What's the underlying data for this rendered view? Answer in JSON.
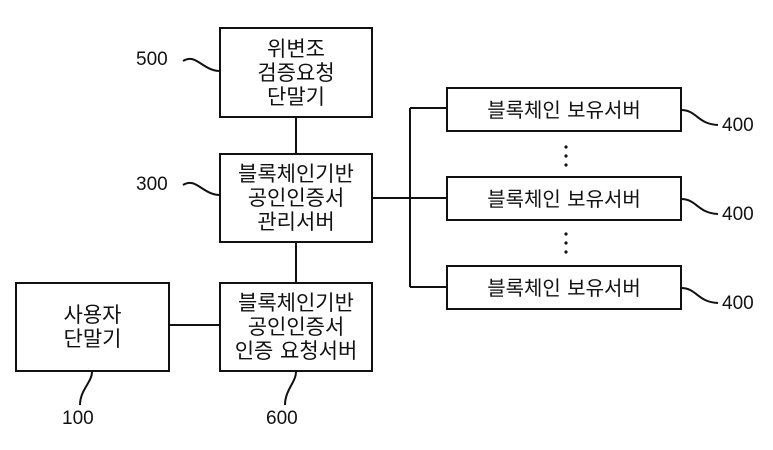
{
  "boxes": {
    "box500": {
      "lines": [
        "위변조",
        "검증요청",
        "단말기"
      ]
    },
    "box300": {
      "lines": [
        "블록체인기반",
        "공인인증서",
        "관리서버"
      ]
    },
    "box600": {
      "lines": [
        "블록체인기반",
        "공인인증서",
        "인증 요청서버"
      ]
    },
    "box100": {
      "lines": [
        "사용자",
        "단말기"
      ]
    },
    "box400a": {
      "lines": [
        "블록체인 보유서버"
      ]
    },
    "box400b": {
      "lines": [
        "블록체인 보유서버"
      ]
    },
    "box400c": {
      "lines": [
        "블록체인 보유서버"
      ]
    }
  },
  "refs": {
    "r500": "500",
    "r300": "300",
    "r100": "100",
    "r600": "600",
    "r400a": "400",
    "r400b": "400",
    "r400c": "400"
  }
}
